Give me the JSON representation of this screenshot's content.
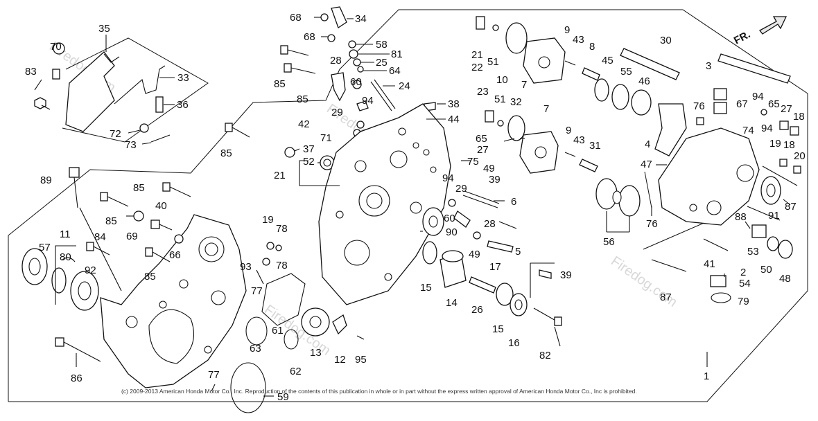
{
  "labels": {
    "p68a": "68",
    "p34": "34",
    "p68b": "68",
    "p58": "58",
    "p81": "81",
    "p25": "25",
    "p64": "64",
    "p35": "35",
    "p70": "70",
    "p83": "83",
    "p33": "33",
    "p36": "36",
    "p72": "72",
    "p73": "73",
    "p85a": "85",
    "p85b": "85",
    "p28a": "28",
    "p60a": "60",
    "p24": "24",
    "p29a": "29",
    "p94a": "94",
    "p42": "42",
    "p71": "71",
    "p38": "38",
    "p44": "44",
    "p85c": "85",
    "p37": "37",
    "p52": "52",
    "p21a": "21",
    "p21b": "21",
    "p22": "22",
    "p51a": "51",
    "p10": "10",
    "p7a": "7",
    "p9a": "9",
    "p43a": "43",
    "p8": "8",
    "p45": "45",
    "p30": "30",
    "p3": "3",
    "p55": "55",
    "p46": "46",
    "p23": "23",
    "p51b": "51",
    "p32": "32",
    "p7b": "7",
    "p76a": "76",
    "p67": "67",
    "p94b": "94",
    "p65a": "65",
    "p27a": "27",
    "p18a": "18",
    "p94c": "94",
    "p74": "74",
    "p4": "4",
    "p19a": "19",
    "p18b": "18",
    "p20": "20",
    "p9b": "9",
    "p43b": "43",
    "p31": "31",
    "p47": "47",
    "p65b": "65",
    "p27b": "27",
    "p75": "75",
    "p49a": "49",
    "p94d": "94",
    "p39a": "39",
    "p29b": "29",
    "p6": "6",
    "p89": "89",
    "p85d": "85",
    "p85e": "85",
    "p40": "40",
    "p69": "69",
    "p66": "66",
    "p19b": "19",
    "p78a": "78",
    "p78b": "78",
    "p84": "84",
    "p85f": "85",
    "p93": "93",
    "p77a": "77",
    "p11": "11",
    "p57": "57",
    "p80": "80",
    "p92": "92",
    "p90": "90",
    "p60b": "60",
    "p28b": "28",
    "p5": "5",
    "p49b": "49",
    "p17": "17",
    "p56": "56",
    "p76b": "76",
    "p88": "88",
    "p91": "91",
    "p87a": "87",
    "p53": "53",
    "p41": "41",
    "p2": "2",
    "p50": "50",
    "p48": "48",
    "p15a": "15",
    "p14": "14",
    "p26": "26",
    "p15b": "15",
    "p16": "16",
    "p39b": "39",
    "p87b": "87",
    "p54": "54",
    "p79": "79",
    "p61": "61",
    "p63": "63",
    "p13": "13",
    "p62": "62",
    "p12": "12",
    "p95": "95",
    "p82": "82",
    "p86": "86",
    "p77b": "77",
    "p59": "59",
    "p1": "1"
  },
  "direction_label": "FR.",
  "watermark": "Firedog.com",
  "copyright": "(c) 2009-2013 American Honda Motor Co., Inc. Reproduction of the contents of this publication in whole or in part without the express written approval of American Honda Motor Co., Inc is prohibited."
}
